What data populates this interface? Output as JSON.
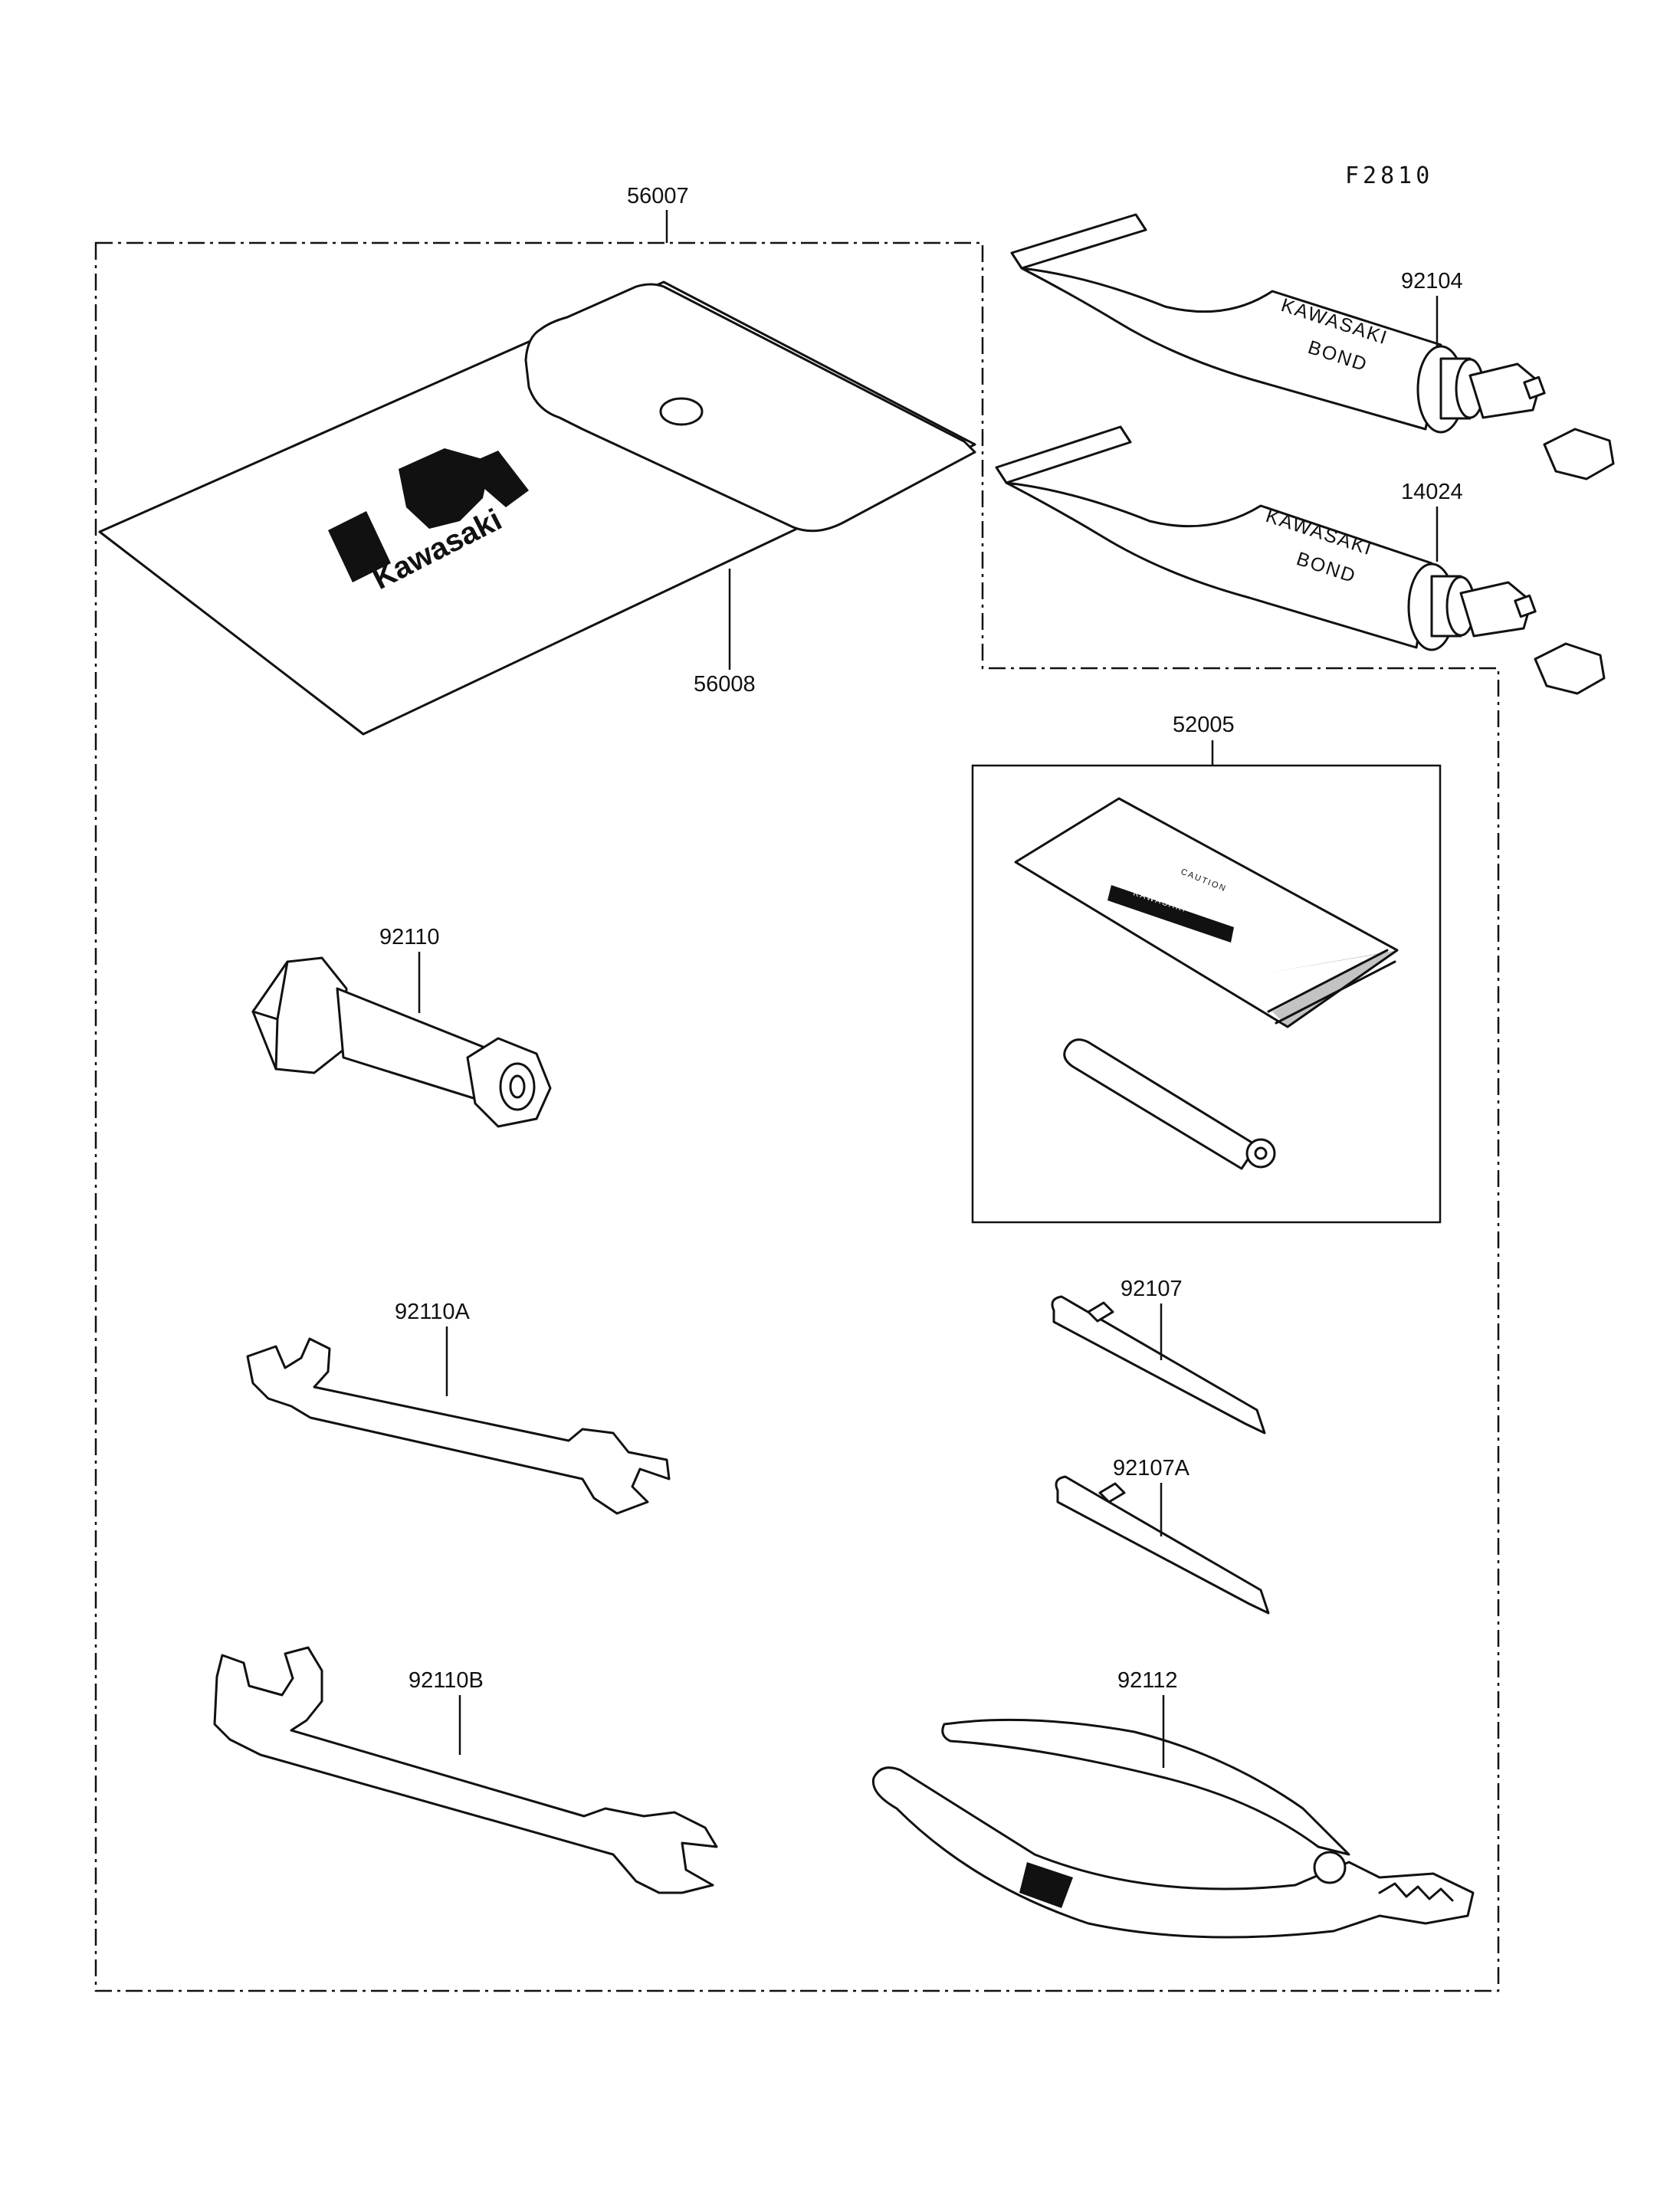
{
  "figure_code": "F2810",
  "parts": {
    "p56007": "56007",
    "p56008": "56008",
    "p92104": "92104",
    "p14024": "14024",
    "p52005": "52005",
    "p92110": "92110",
    "p92110A": "92110A",
    "p92110B": "92110B",
    "p92107": "92107",
    "p92107A": "92107A",
    "p92112": "92112"
  },
  "tube_text": {
    "line1": "KAWASAKI",
    "line2": "BOND"
  },
  "pouch_logo_text": "Kawasaki",
  "patch_kit": {
    "caution_text": "CAUTION",
    "band_text": "KAWASAKI"
  }
}
